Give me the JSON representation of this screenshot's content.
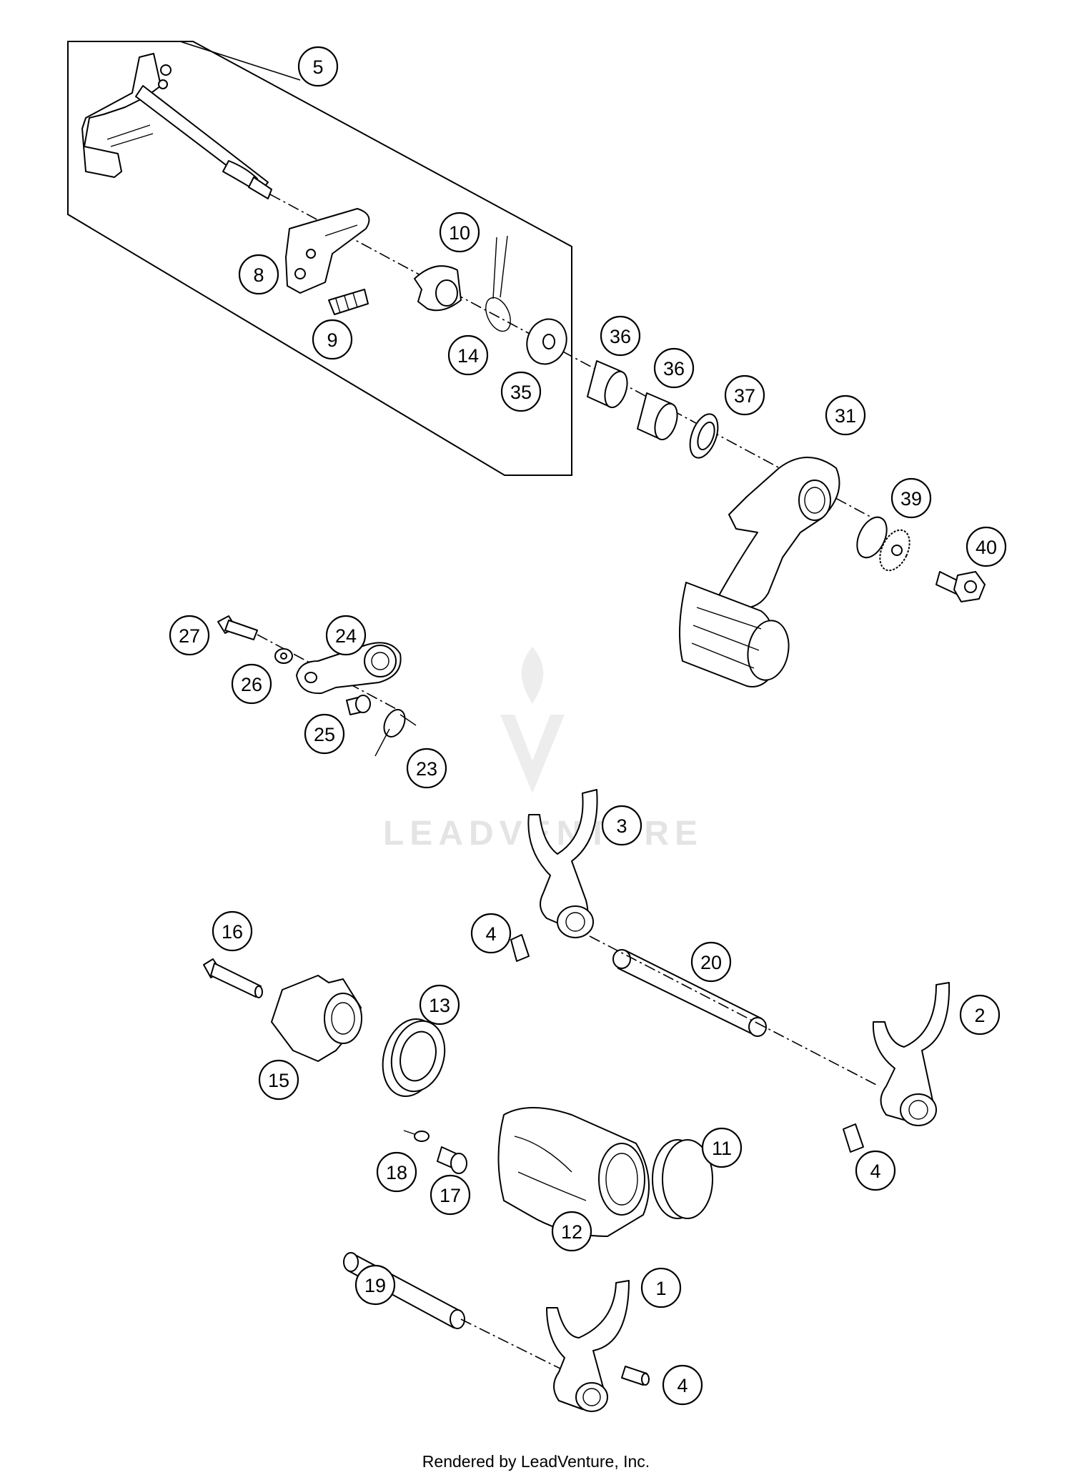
{
  "diagram": {
    "callouts": [
      {
        "id": "c5",
        "label": "5"
      },
      {
        "id": "c8",
        "label": "8"
      },
      {
        "id": "c9",
        "label": "9"
      },
      {
        "id": "c10",
        "label": "10"
      },
      {
        "id": "c14",
        "label": "14"
      },
      {
        "id": "c35",
        "label": "35"
      },
      {
        "id": "c36a",
        "label": "36"
      },
      {
        "id": "c36b",
        "label": "36"
      },
      {
        "id": "c37",
        "label": "37"
      },
      {
        "id": "c31",
        "label": "31"
      },
      {
        "id": "c39",
        "label": "39"
      },
      {
        "id": "c40",
        "label": "40"
      },
      {
        "id": "c27",
        "label": "27"
      },
      {
        "id": "c24",
        "label": "24"
      },
      {
        "id": "c26",
        "label": "26"
      },
      {
        "id": "c25",
        "label": "25"
      },
      {
        "id": "c23",
        "label": "23"
      },
      {
        "id": "c3",
        "label": "3"
      },
      {
        "id": "c4a",
        "label": "4"
      },
      {
        "id": "c20",
        "label": "20"
      },
      {
        "id": "c16",
        "label": "16"
      },
      {
        "id": "c13",
        "label": "13"
      },
      {
        "id": "c2",
        "label": "2"
      },
      {
        "id": "c15",
        "label": "15"
      },
      {
        "id": "c11",
        "label": "11"
      },
      {
        "id": "c4b",
        "label": "4"
      },
      {
        "id": "c18",
        "label": "18"
      },
      {
        "id": "c17",
        "label": "17"
      },
      {
        "id": "c12",
        "label": "12"
      },
      {
        "id": "c19",
        "label": "19"
      },
      {
        "id": "c1",
        "label": "1"
      },
      {
        "id": "c4c",
        "label": "4"
      }
    ],
    "watermark": "LEADVENTURE",
    "footer": "Rendered by LeadVenture, Inc."
  }
}
